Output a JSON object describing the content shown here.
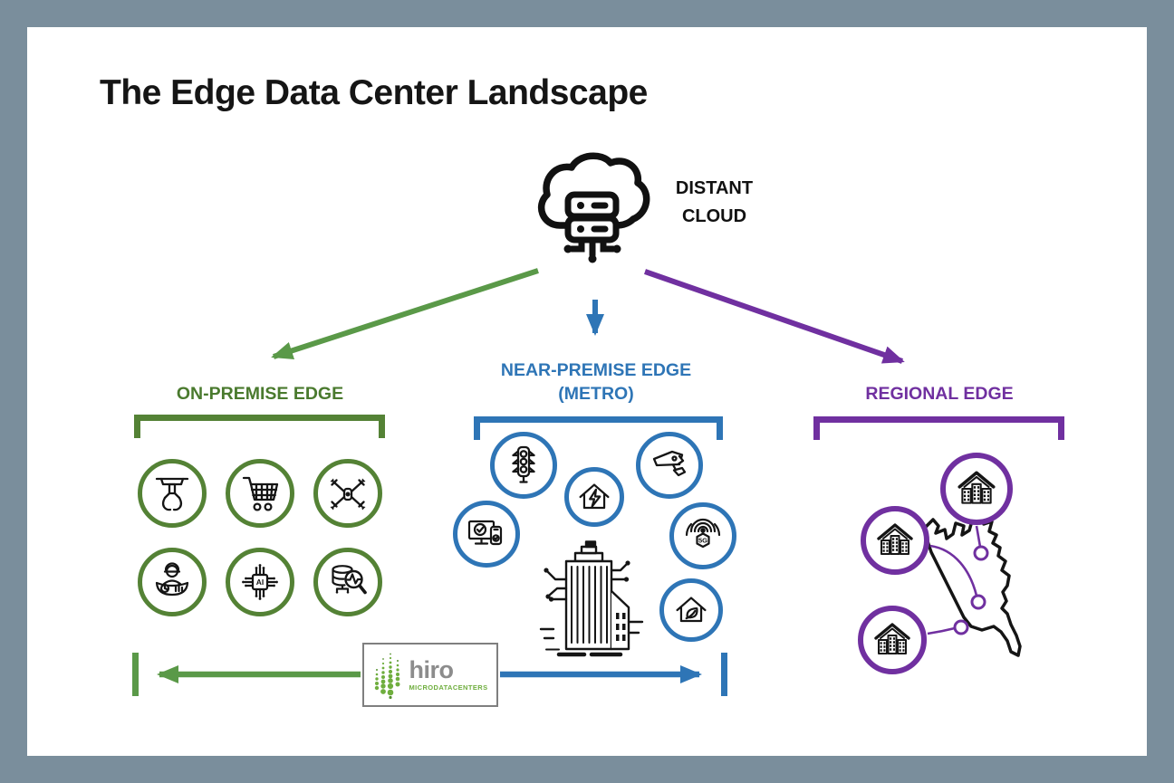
{
  "title": "The Edge Data Center Landscape",
  "cloud": {
    "icon": "cloud-server-icon",
    "label_line1": "DISTANT",
    "label_line2": "CLOUD"
  },
  "branches": {
    "on_premise": {
      "label": "ON-PREMISE EDGE",
      "color": "#4A7A2E",
      "icons": [
        "robot-arm-icon",
        "shopping-cart-icon",
        "drone-icon",
        "worker-analytics-icon",
        "ai-chip-icon",
        "database-search-icon"
      ]
    },
    "near_premise": {
      "label": "NEAR-PREMISE EDGE",
      "label_line2": "(METRO)",
      "color": "#2E75B6",
      "icons": [
        "traffic-light-icon",
        "smart-home-power-icon",
        "security-camera-icon",
        "devices-check-icon",
        "5g-antenna-icon",
        "eco-home-icon",
        "smart-building-icon"
      ]
    },
    "regional": {
      "label": "REGIONAL EDGE",
      "color": "#7030A0",
      "icons": [
        "data-center-icon",
        "data-center-icon",
        "data-center-icon",
        "us-east-coast-map-icon"
      ]
    }
  },
  "icon_text": {
    "ai_chip": "AI",
    "five_g": "5G"
  },
  "logo": {
    "brand": "hiro",
    "tagline": "MICRODATACENTERS"
  },
  "colors": {
    "frame_border": "#7A8E9C",
    "canvas": "#FFFFFF",
    "green_shapes": "#548235",
    "green_arrow": "#5A9948",
    "green_text": "#4A7A2E",
    "blue": "#2E75B6",
    "purple": "#7030A0",
    "icon_black": "#151515",
    "logo_gray": "#8C8C8C",
    "logo_green": "#6FAE3E",
    "logo_box_border": "#7F7F7F"
  }
}
